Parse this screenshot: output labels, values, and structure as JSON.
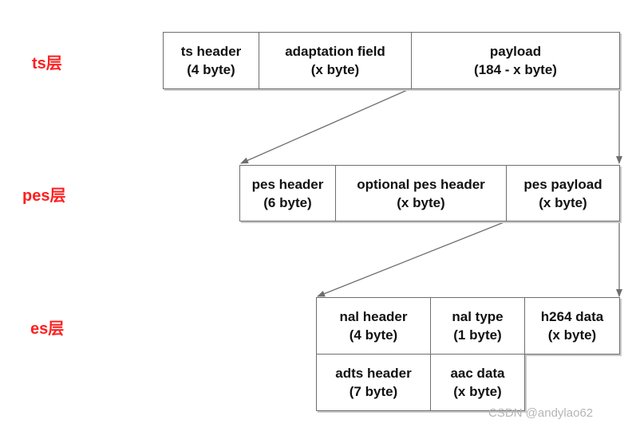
{
  "labels": {
    "ts": "ts层",
    "pes": "pes层",
    "es": "es层"
  },
  "ts_layer": {
    "ts_header": {
      "name": "ts  header",
      "size": "(4 byte)"
    },
    "adaptation_field": {
      "name": "adaptation field",
      "size": "(x byte)"
    },
    "payload": {
      "name": "payload",
      "size": "(184 - x byte)"
    }
  },
  "pes_layer": {
    "pes_header": {
      "name": "pes  header",
      "size": "(6 byte)"
    },
    "optional_pes_header": {
      "name": "optional pes  header",
      "size": "(x byte)"
    },
    "pes_payload": {
      "name": "pes  payload",
      "size": "(x byte)"
    }
  },
  "es_layer": {
    "nal_header": {
      "name": "nal  header",
      "size": "(4 byte)"
    },
    "nal_type": {
      "name": "nal  type",
      "size": "(1 byte)"
    },
    "h264_data": {
      "name": "h264  data",
      "size": "(x byte)"
    },
    "adts_header": {
      "name": "adts  header",
      "size": "(7 byte)"
    },
    "aac_data": {
      "name": "aac  data",
      "size": "(x byte)"
    }
  },
  "watermark": "CSDN @andylao62",
  "colors": {
    "label": "#ff1f1f",
    "border": "#6e6e6e",
    "arrow": "#6e6e6e"
  }
}
